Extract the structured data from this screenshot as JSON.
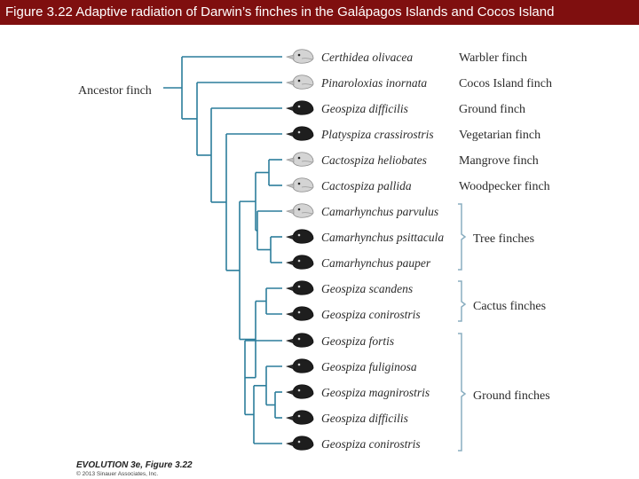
{
  "header": {
    "title": "Figure 3.22  Adaptive radiation of Darwin’s finches in the Galápagos Islands and Cocos Island"
  },
  "ancestor_label": "Ancestor finch",
  "colors": {
    "title_bar": "#7f0f0f",
    "branch": "#2b7d9b",
    "bracket": "#8aaec0",
    "text": "#2b2b2b"
  },
  "species": [
    {
      "name": "Certhidea olivacea",
      "common": "Warbler finch",
      "icon": "finch-light-icon"
    },
    {
      "name": "Pinaroloxias inornata",
      "common": "Cocos Island finch",
      "icon": "finch-light-icon"
    },
    {
      "name": "Geospiza difficilis",
      "common": "Ground finch",
      "icon": "finch-dark-icon"
    },
    {
      "name": "Platyspiza crassirostris",
      "common": "Vegetarian finch",
      "icon": "finch-dark-icon"
    },
    {
      "name": "Cactospiza heliobates",
      "common": "Mangrove finch",
      "icon": "finch-light-icon"
    },
    {
      "name": "Cactospiza pallida",
      "common": "Woodpecker finch",
      "icon": "finch-light-icon"
    },
    {
      "name": "Camarhynchus parvulus",
      "common": "",
      "icon": "finch-light-icon"
    },
    {
      "name": "Camarhynchus psittacula",
      "common": "",
      "icon": "finch-dark-icon"
    },
    {
      "name": "Camarhynchus pauper",
      "common": "",
      "icon": "finch-dark-icon"
    },
    {
      "name": "Geospiza scandens",
      "common": "",
      "icon": "finch-dark-icon"
    },
    {
      "name": "Geospiza conirostris",
      "common": "",
      "icon": "finch-dark-icon"
    },
    {
      "name": "Geospiza fortis",
      "common": "",
      "icon": "finch-dark-icon"
    },
    {
      "name": "Geospiza fuliginosa",
      "common": "",
      "icon": "finch-dark-icon"
    },
    {
      "name": "Geospiza magnirostris",
      "common": "",
      "icon": "finch-dark-icon"
    },
    {
      "name": "Geospiza difficilis",
      "common": "",
      "icon": "finch-dark-icon"
    },
    {
      "name": "Geospiza conirostris",
      "common": "",
      "icon": "finch-dark-icon"
    }
  ],
  "groups": [
    {
      "label": "Tree finches"
    },
    {
      "label": "Cactus finches"
    },
    {
      "label": "Ground finches"
    }
  ],
  "credit": {
    "title": "EVOLUTION 3e, Figure 3.22",
    "copyright": "© 2013 Sinauer Associates, Inc."
  }
}
